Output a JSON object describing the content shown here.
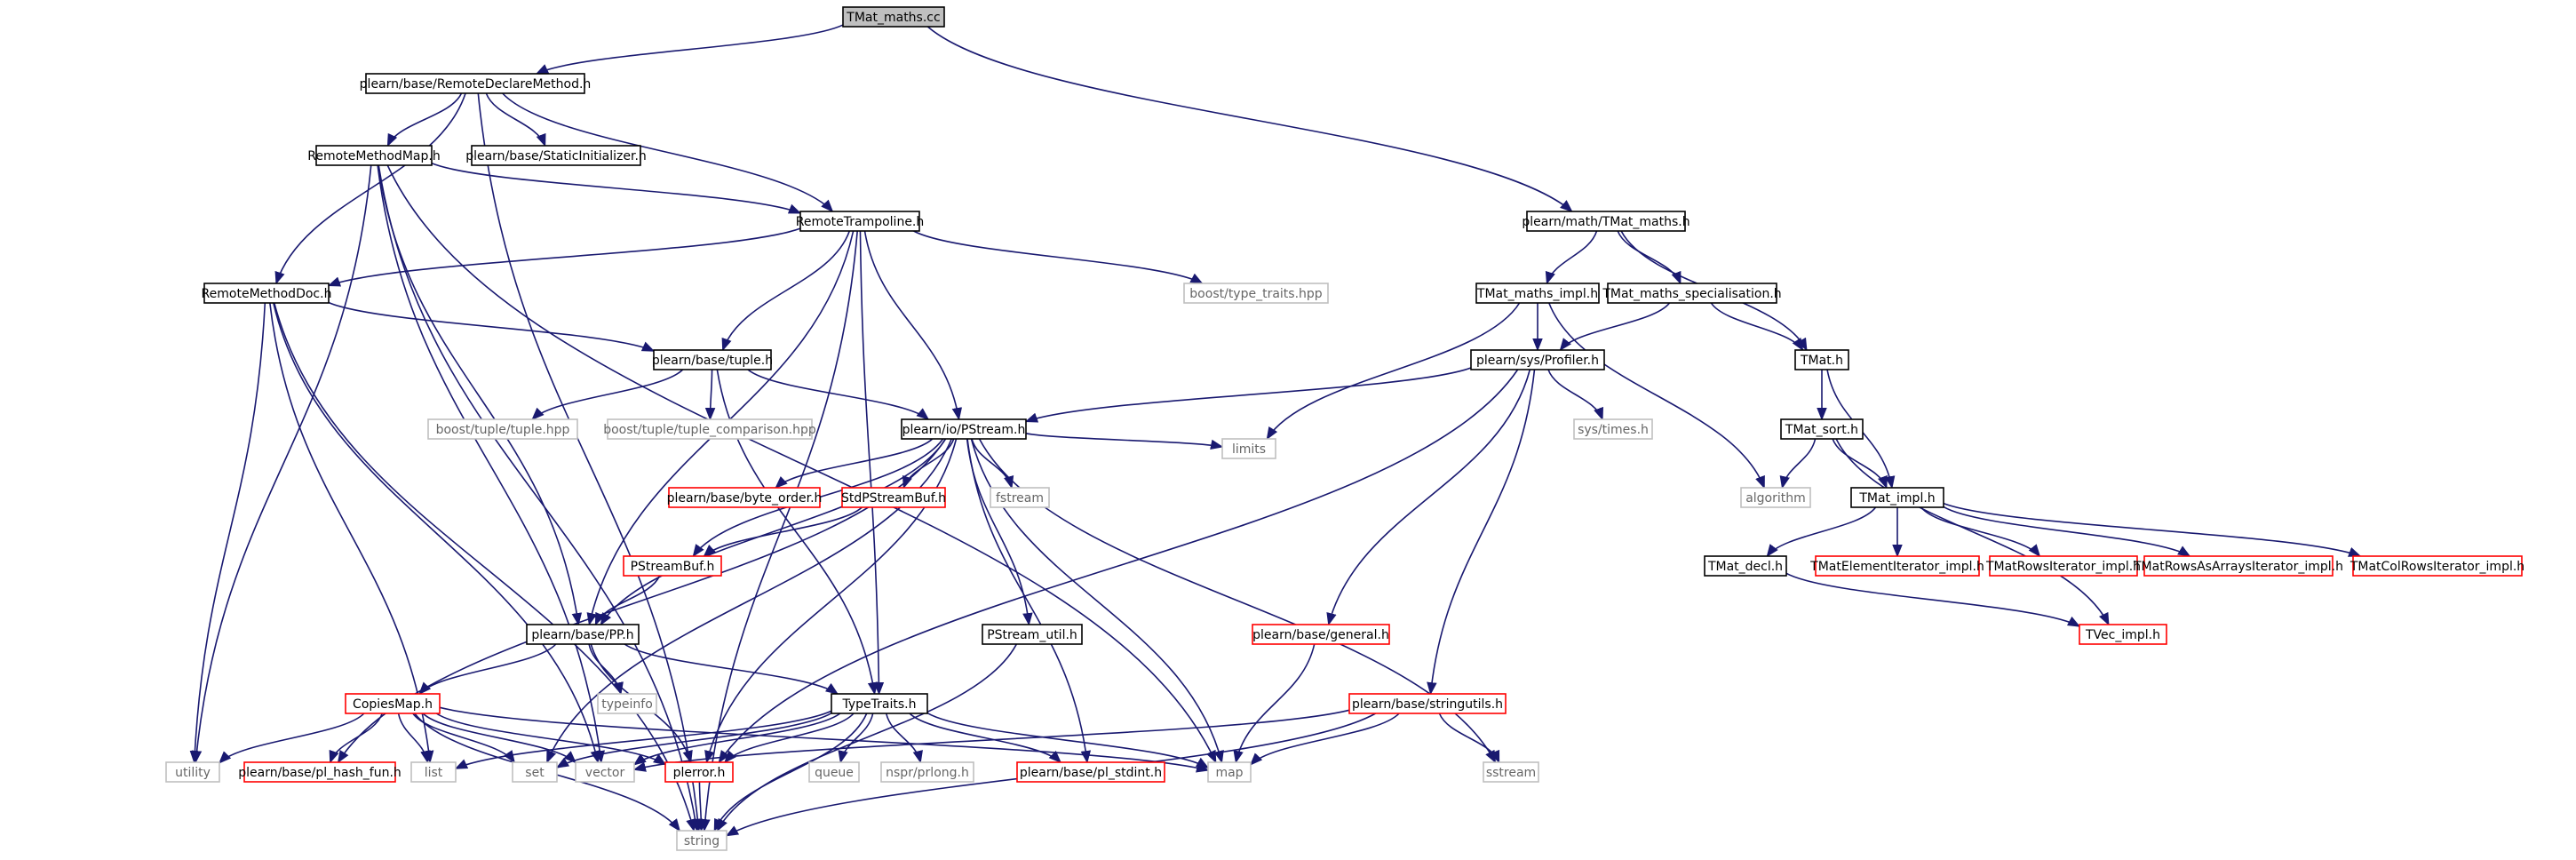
{
  "colors": {
    "edge": "#191970",
    "root_fill": "#bfbfbf",
    "normal_border": "#000000",
    "red_border": "#ff0000",
    "gray_border": "#bfbfbf",
    "text": "#000000",
    "gray_text": "#666666"
  },
  "nodes": [
    {
      "id": "tmat_maths_cc",
      "label": "TMat_maths.cc",
      "kind": "root"
    },
    {
      "id": "remote_declare",
      "label": "plearn/base/RemoteDeclareMethod.h",
      "kind": "normal"
    },
    {
      "id": "remote_method_map",
      "label": "RemoteMethodMap.h",
      "kind": "normal"
    },
    {
      "id": "static_initializer",
      "label": "plearn/base/StaticInitializer.h",
      "kind": "normal"
    },
    {
      "id": "remote_trampoline",
      "label": "RemoteTrampoline.h",
      "kind": "normal"
    },
    {
      "id": "remote_method_doc",
      "label": "RemoteMethodDoc.h",
      "kind": "normal"
    },
    {
      "id": "tuple",
      "label": "plearn/base/tuple.h",
      "kind": "normal"
    },
    {
      "id": "boost_type_traits",
      "label": "boost/type_traits.hpp",
      "kind": "gray"
    },
    {
      "id": "boost_tuple",
      "label": "boost/tuple/tuple.hpp",
      "kind": "gray"
    },
    {
      "id": "boost_tuple_cmp",
      "label": "boost/tuple/tuple_comparison.hpp",
      "kind": "gray"
    },
    {
      "id": "pstream",
      "label": "plearn/io/PStream.h",
      "kind": "normal"
    },
    {
      "id": "byte_order",
      "label": "plearn/base/byte_order.h",
      "kind": "red"
    },
    {
      "id": "std_pstreambuf",
      "label": "StdPStreamBuf.h",
      "kind": "red"
    },
    {
      "id": "fstream",
      "label": "fstream",
      "kind": "gray"
    },
    {
      "id": "limits",
      "label": "limits",
      "kind": "gray"
    },
    {
      "id": "pstreambuf",
      "label": "PStreamBuf.h",
      "kind": "red"
    },
    {
      "id": "pp",
      "label": "plearn/base/PP.h",
      "kind": "normal"
    },
    {
      "id": "pstream_util",
      "label": "PStream_util.h",
      "kind": "normal"
    },
    {
      "id": "typeinfo",
      "label": "typeinfo",
      "kind": "gray"
    },
    {
      "id": "copies_map",
      "label": "CopiesMap.h",
      "kind": "red"
    },
    {
      "id": "type_traits",
      "label": "TypeTraits.h",
      "kind": "normal"
    },
    {
      "id": "utility",
      "label": "utility",
      "kind": "gray"
    },
    {
      "id": "pl_hash_fun",
      "label": "plearn/base/pl_hash_fun.h",
      "kind": "red"
    },
    {
      "id": "list",
      "label": "list",
      "kind": "gray"
    },
    {
      "id": "set",
      "label": "set",
      "kind": "gray"
    },
    {
      "id": "vector",
      "label": "vector",
      "kind": "gray"
    },
    {
      "id": "plerror",
      "label": "plerror.h",
      "kind": "red"
    },
    {
      "id": "queue",
      "label": "queue",
      "kind": "gray"
    },
    {
      "id": "nspr_prlong",
      "label": "nspr/prlong.h",
      "kind": "gray"
    },
    {
      "id": "pl_stdint",
      "label": "plearn/base/pl_stdint.h",
      "kind": "red"
    },
    {
      "id": "map",
      "label": "map",
      "kind": "gray"
    },
    {
      "id": "string",
      "label": "string",
      "kind": "gray"
    },
    {
      "id": "general",
      "label": "plearn/base/general.h",
      "kind": "red"
    },
    {
      "id": "stringutils",
      "label": "plearn/base/stringutils.h",
      "kind": "red"
    },
    {
      "id": "sstream",
      "label": "sstream",
      "kind": "gray"
    },
    {
      "id": "tmat_maths_h",
      "label": "plearn/math/TMat_maths.h",
      "kind": "normal"
    },
    {
      "id": "tmat_maths_impl",
      "label": "TMat_maths_impl.h",
      "kind": "normal"
    },
    {
      "id": "tmat_maths_spec",
      "label": "TMat_maths_specialisation.h",
      "kind": "normal"
    },
    {
      "id": "profiler",
      "label": "plearn/sys/Profiler.h",
      "kind": "normal"
    },
    {
      "id": "tmat_h",
      "label": "TMat.h",
      "kind": "normal"
    },
    {
      "id": "sys_times",
      "label": "sys/times.h",
      "kind": "gray"
    },
    {
      "id": "tmat_sort",
      "label": "TMat_sort.h",
      "kind": "normal"
    },
    {
      "id": "algorithm",
      "label": "algorithm",
      "kind": "gray"
    },
    {
      "id": "tmat_impl",
      "label": "TMat_impl.h",
      "kind": "normal"
    },
    {
      "id": "tmat_decl",
      "label": "TMat_decl.h",
      "kind": "normal"
    },
    {
      "id": "tmat_elem_iter",
      "label": "TMatElementIterator_impl.h",
      "kind": "red"
    },
    {
      "id": "tmat_rows_iter",
      "label": "TMatRowsIterator_impl.h",
      "kind": "red"
    },
    {
      "id": "tmat_rows_arrays_iter",
      "label": "TMatRowsAsArraysIterator_impl.h",
      "kind": "red"
    },
    {
      "id": "tmat_col_rows_iter",
      "label": "TMatColRowsIterator_impl.h",
      "kind": "red"
    },
    {
      "id": "tvec_impl",
      "label": "TVec_impl.h",
      "kind": "red"
    }
  ],
  "edges": [
    [
      "tmat_maths_cc",
      "remote_declare"
    ],
    [
      "tmat_maths_cc",
      "tmat_maths_h"
    ],
    [
      "remote_declare",
      "remote_method_map"
    ],
    [
      "remote_declare",
      "static_initializer"
    ],
    [
      "remote_declare",
      "remote_trampoline"
    ],
    [
      "remote_declare",
      "remote_method_doc"
    ],
    [
      "remote_declare",
      "string"
    ],
    [
      "remote_method_map",
      "remote_trampoline"
    ],
    [
      "remote_method_map",
      "pp"
    ],
    [
      "remote_method_map",
      "map"
    ],
    [
      "remote_method_map",
      "string"
    ],
    [
      "remote_method_map",
      "vector"
    ],
    [
      "remote_method_map",
      "utility"
    ],
    [
      "remote_trampoline",
      "remote_method_doc"
    ],
    [
      "remote_trampoline",
      "tuple"
    ],
    [
      "remote_trampoline",
      "boost_type_traits"
    ],
    [
      "remote_trampoline",
      "pstream"
    ],
    [
      "remote_trampoline",
      "type_traits"
    ],
    [
      "remote_trampoline",
      "pp"
    ],
    [
      "remote_trampoline",
      "string"
    ],
    [
      "remote_method_doc",
      "tuple"
    ],
    [
      "remote_method_doc",
      "utility"
    ],
    [
      "remote_method_doc",
      "string"
    ],
    [
      "remote_method_doc",
      "list"
    ],
    [
      "remote_method_doc",
      "vector"
    ],
    [
      "tuple",
      "boost_tuple"
    ],
    [
      "tuple",
      "boost_tuple_cmp"
    ],
    [
      "tuple",
      "pstream"
    ],
    [
      "tuple",
      "type_traits"
    ],
    [
      "pstream",
      "byte_order"
    ],
    [
      "pstream",
      "std_pstreambuf"
    ],
    [
      "pstream",
      "fstream"
    ],
    [
      "pstream",
      "limits"
    ],
    [
      "pstream",
      "pstreambuf"
    ],
    [
      "pstream",
      "pp"
    ],
    [
      "pstream",
      "pstream_util"
    ],
    [
      "pstream",
      "pl_hash_fun"
    ],
    [
      "pstream",
      "set"
    ],
    [
      "pstream",
      "plerror"
    ],
    [
      "pstream",
      "pl_stdint"
    ],
    [
      "pstream",
      "map"
    ],
    [
      "pstream",
      "sstream"
    ],
    [
      "std_pstreambuf",
      "pstreambuf"
    ],
    [
      "pstreambuf",
      "pp"
    ],
    [
      "pp",
      "typeinfo"
    ],
    [
      "pp",
      "copies_map"
    ],
    [
      "pp",
      "type_traits"
    ],
    [
      "pp",
      "plerror"
    ],
    [
      "pstream_util",
      "string"
    ],
    [
      "copies_map",
      "utility"
    ],
    [
      "copies_map",
      "pl_hash_fun"
    ],
    [
      "copies_map",
      "list"
    ],
    [
      "copies_map",
      "set"
    ],
    [
      "copies_map",
      "vector"
    ],
    [
      "copies_map",
      "plerror"
    ],
    [
      "copies_map",
      "map"
    ],
    [
      "copies_map",
      "string"
    ],
    [
      "type_traits",
      "list"
    ],
    [
      "type_traits",
      "set"
    ],
    [
      "type_traits",
      "vector"
    ],
    [
      "type_traits",
      "plerror"
    ],
    [
      "type_traits",
      "queue"
    ],
    [
      "type_traits",
      "nspr_prlong"
    ],
    [
      "type_traits",
      "pl_stdint"
    ],
    [
      "type_traits",
      "map"
    ],
    [
      "type_traits",
      "string"
    ],
    [
      "plerror",
      "string"
    ],
    [
      "general",
      "map"
    ],
    [
      "stringutils",
      "vector"
    ],
    [
      "stringutils",
      "map"
    ],
    [
      "stringutils",
      "sstream"
    ],
    [
      "stringutils",
      "string"
    ],
    [
      "tmat_maths_h",
      "tmat_maths_impl"
    ],
    [
      "tmat_maths_h",
      "tmat_maths_spec"
    ],
    [
      "tmat_maths_h",
      "tmat_h"
    ],
    [
      "tmat_maths_impl",
      "profiler"
    ],
    [
      "tmat_maths_impl",
      "limits"
    ],
    [
      "tmat_maths_impl",
      "algorithm"
    ],
    [
      "tmat_maths_spec",
      "profiler"
    ],
    [
      "tmat_maths_spec",
      "tmat_h"
    ],
    [
      "profiler",
      "pstream"
    ],
    [
      "profiler",
      "sys_times"
    ],
    [
      "profiler",
      "general"
    ],
    [
      "profiler",
      "stringutils"
    ],
    [
      "profiler",
      "plerror"
    ],
    [
      "tmat_h",
      "tmat_sort"
    ],
    [
      "tmat_h",
      "tmat_impl"
    ],
    [
      "tmat_sort",
      "tmat_impl"
    ],
    [
      "tmat_sort",
      "algorithm"
    ],
    [
      "tmat_sort",
      "tvec_impl"
    ],
    [
      "tmat_impl",
      "tmat_decl"
    ],
    [
      "tmat_impl",
      "tmat_elem_iter"
    ],
    [
      "tmat_impl",
      "tmat_rows_iter"
    ],
    [
      "tmat_impl",
      "tmat_rows_arrays_iter"
    ],
    [
      "tmat_impl",
      "tmat_col_rows_iter"
    ],
    [
      "tmat_decl",
      "tvec_impl"
    ]
  ]
}
